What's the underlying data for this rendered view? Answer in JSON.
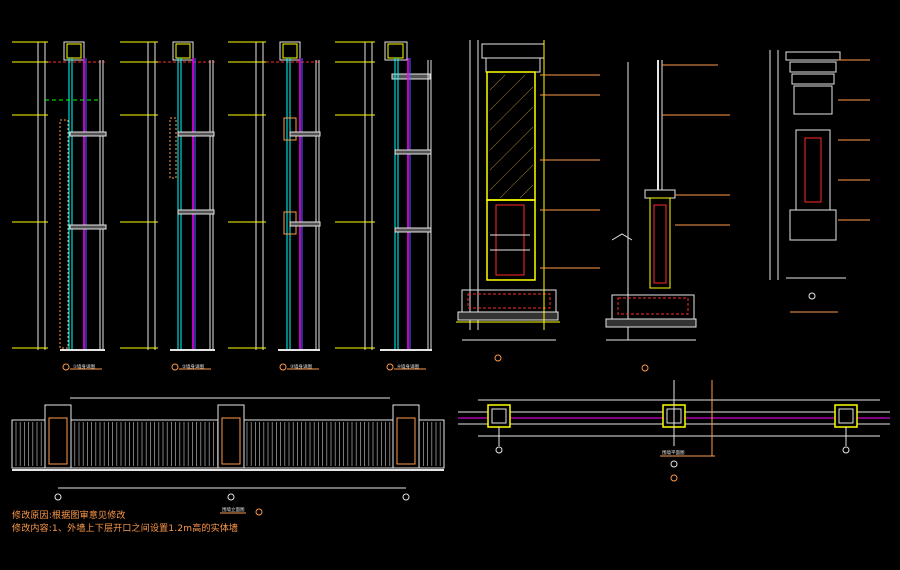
{
  "colors": {
    "background": "#000000",
    "white": "#e6e6e6",
    "yellow": "#ffff00",
    "cyan": "#00ffff",
    "magenta": "#ff00ff",
    "red": "#ff2a2a",
    "green": "#00ff00",
    "orange": "#ff9a4a",
    "blue": "#4a6cff"
  },
  "notes": {
    "line1": "修改原因:根据图审意见修改",
    "line2": "修改内容:1、外墙上下层开口之间设置1.2m高的实体墙"
  },
  "drawing_labels": {
    "wall_section_1": "①墙身详图",
    "wall_section_2": "②墙身详图",
    "wall_section_3": "③墙身详图",
    "wall_section_4": "④墙身详图",
    "fence_elevation": "围墙立面图",
    "fence_plan": "围墙平面图"
  }
}
